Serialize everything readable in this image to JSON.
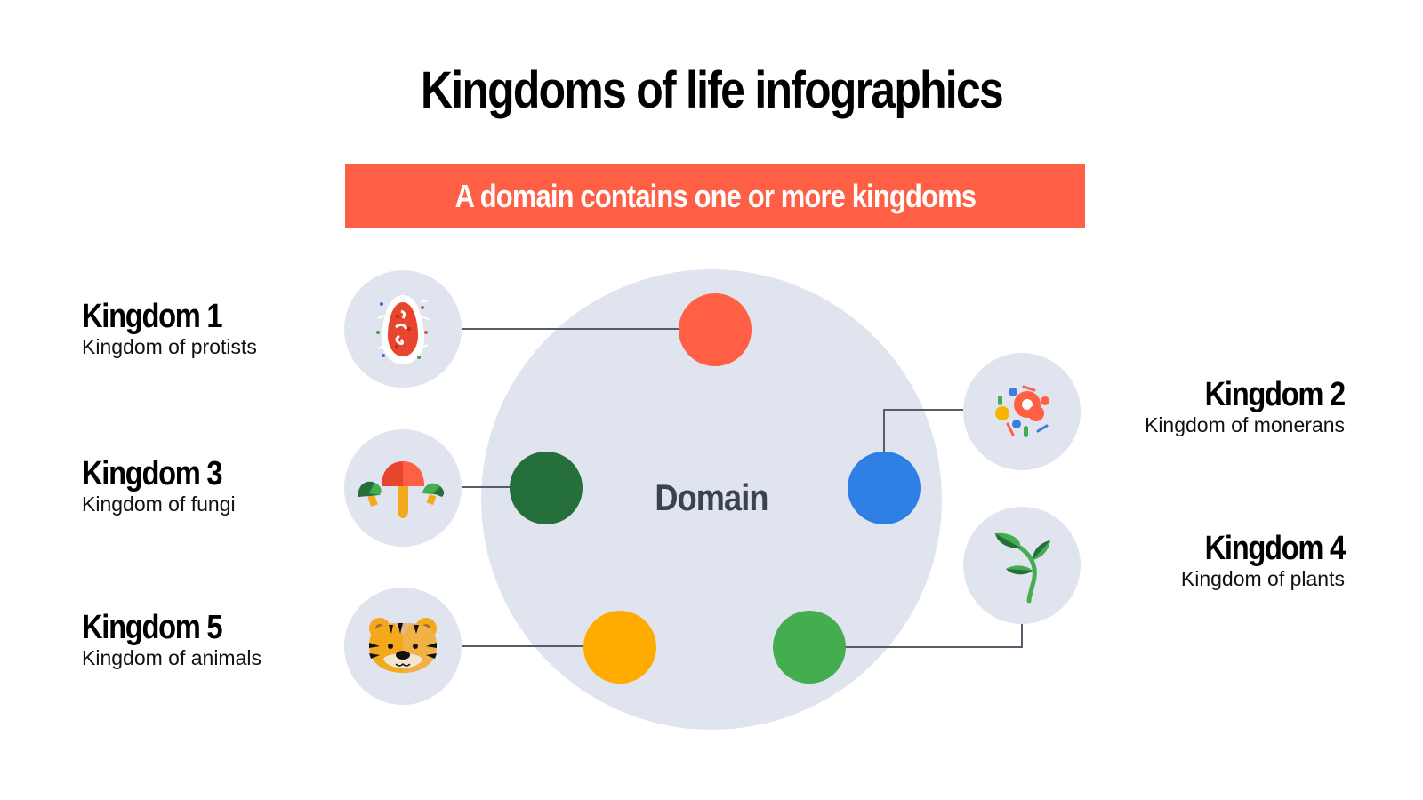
{
  "title": "Kingdoms of life infographics",
  "banner": {
    "text": "A domain contains one or more kingdoms",
    "color": "#ff5f45"
  },
  "domain": {
    "label": "Domain",
    "fill": "#e0e4ef"
  },
  "kingdoms": [
    {
      "title": "Kingdom 1",
      "subtitle": "Kingdom of protists",
      "icon": "protist-cell-icon",
      "dot_color": "#ff5f45"
    },
    {
      "title": "Kingdom 2",
      "subtitle": "Kingdom of monerans",
      "icon": "bacteria-icon",
      "dot_color": "#2f80e4"
    },
    {
      "title": "Kingdom 3",
      "subtitle": "Kingdom of fungi",
      "icon": "mushroom-icon",
      "dot_color": "#256f3a"
    },
    {
      "title": "Kingdom 4",
      "subtitle": "Kingdom of plants",
      "icon": "plant-sprout-icon",
      "dot_color": "#44ad50"
    },
    {
      "title": "Kingdom 5",
      "subtitle": "Kingdom of animals",
      "icon": "tiger-icon",
      "dot_color": "#ffab00"
    }
  ],
  "colors": {
    "connector": "#555d6b",
    "icon_bg": "#e0e4ef",
    "text_dark": "#3b4252"
  }
}
